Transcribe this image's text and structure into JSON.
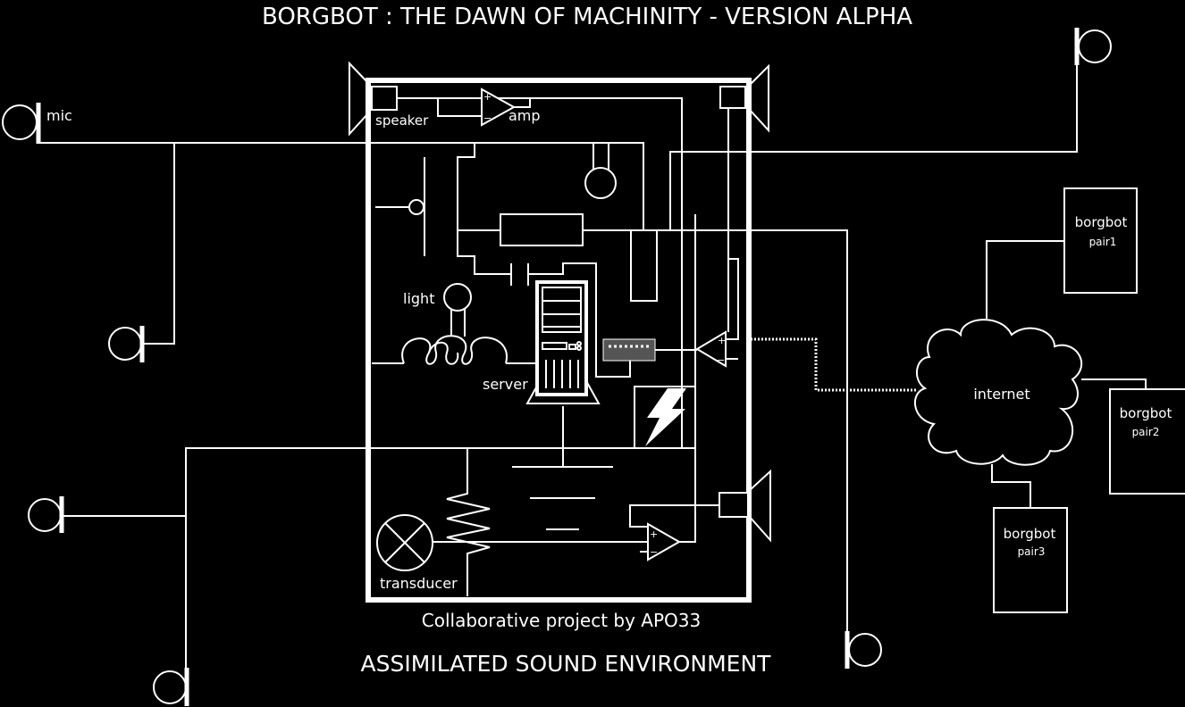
{
  "title": "BORGBOT : THE DAWN OF MACHINITY - VERSION ALPHA",
  "labels": {
    "mic": "mic",
    "speaker": "speaker",
    "amp": "amp",
    "light": "light",
    "server": "server",
    "transducer": "transducer",
    "internet": "internet",
    "plus": "+",
    "minus": "−"
  },
  "pairs": [
    {
      "name": "borgbot",
      "sub": "pair1"
    },
    {
      "name": "borgbot",
      "sub": "pair2"
    },
    {
      "name": "borgbot",
      "sub": "pair3"
    }
  ],
  "credit": "Collaborative project by APO33",
  "subtitle": "ASSIMILATED SOUND ENVIRONMENT",
  "colors": {
    "background": "#000000",
    "stroke": "#ffffff",
    "device": "#555555"
  }
}
